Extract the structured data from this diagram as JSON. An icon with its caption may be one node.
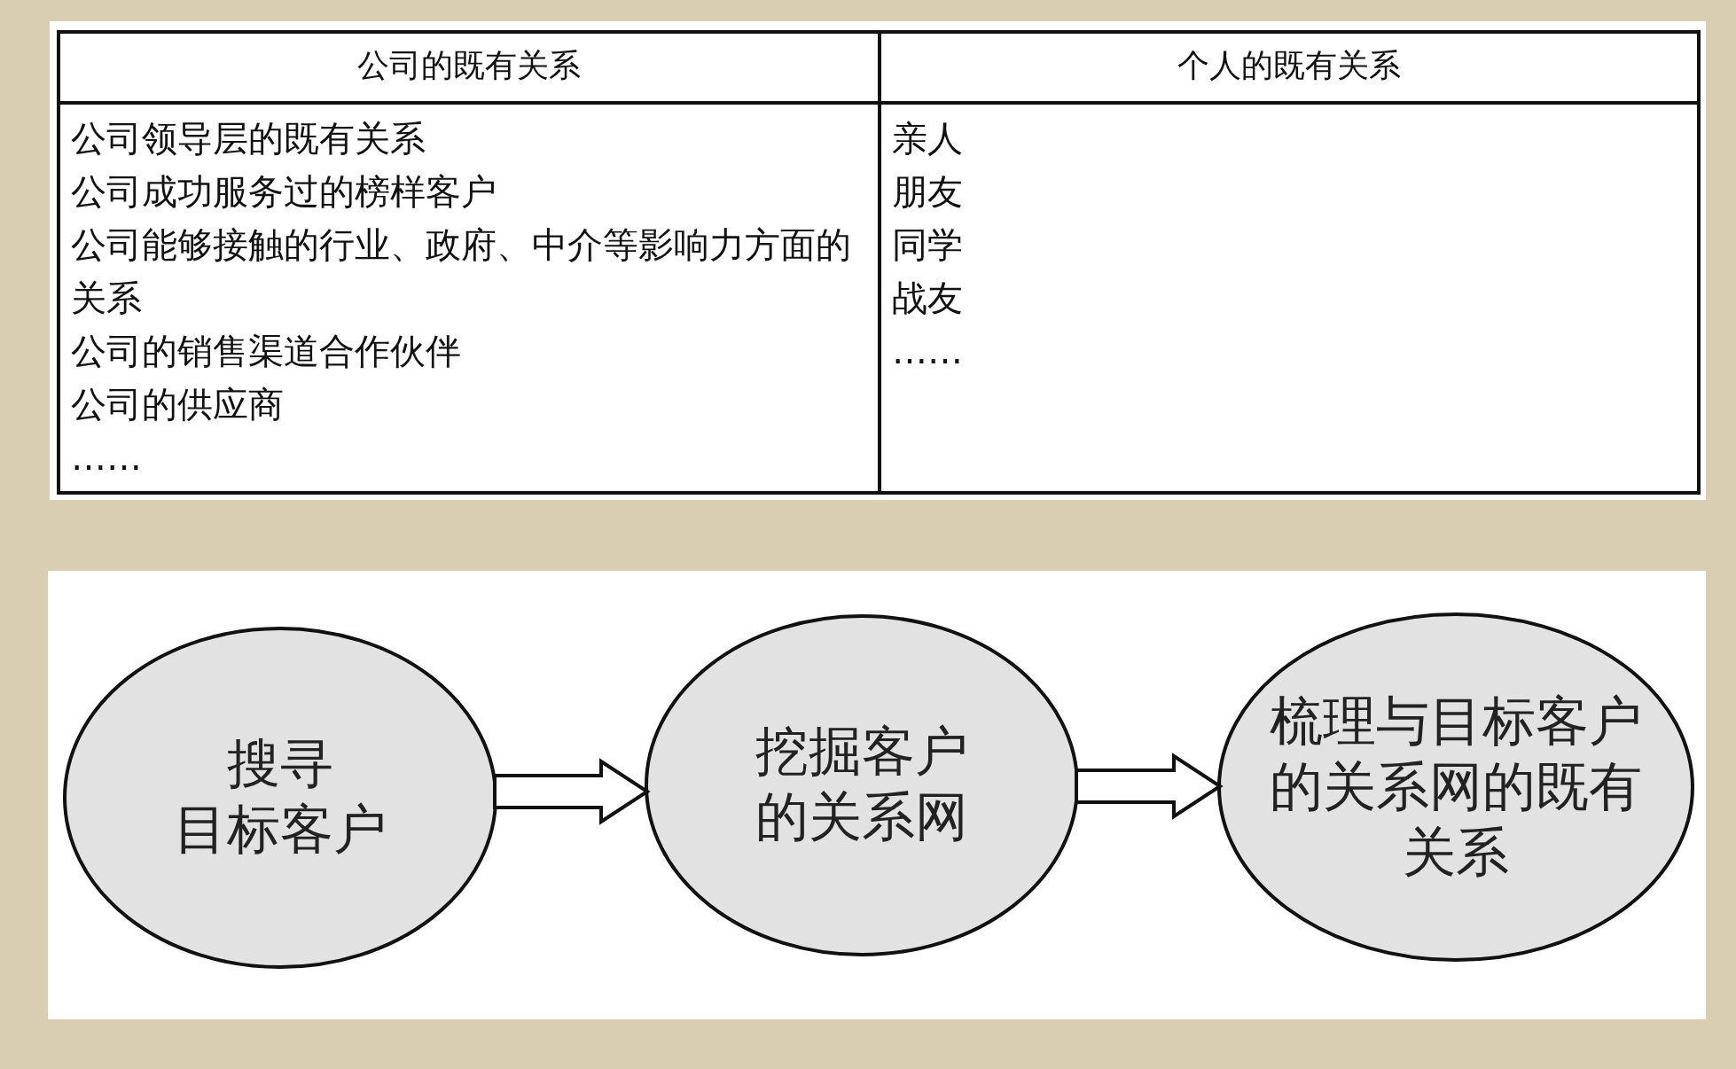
{
  "diagram": {
    "nodes": [
      {
        "text": [
          "搜寻目标客户"
        ]
      },
      {
        "text": [
          "挖掘客户的关系网"
        ]
      },
      {
        "text": [
          "梳理与目标客户的关系网的既有关系"
        ]
      }
    ],
    "edges": [
      {
        "from": 0,
        "to": 1,
        "arrow": "to"
      },
      {
        "from": 1,
        "to": 2,
        "arrow": "to"
      }
    ],
    "labels": [
      "公司的既有关系",
      "个人的既有关系",
      "公司领导层的既有关系",
      "公司成功服务过的榜样客户",
      "公司能够接触的行业、政府、中介等影响力方面的关系",
      "公司的销售渠道合作伙伴",
      "公司的供应商",
      "……",
      "亲人",
      "朋友",
      "同学",
      "战友",
      "……"
    ]
  }
}
